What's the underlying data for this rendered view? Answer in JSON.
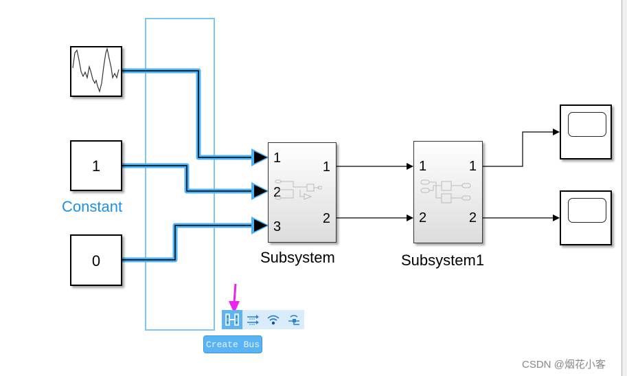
{
  "diagram": {
    "blocks": [
      {
        "id": "sine",
        "type": "signal-generator",
        "label": ""
      },
      {
        "id": "constant1",
        "type": "constant",
        "value": "1",
        "label": "Constant"
      },
      {
        "id": "constant0",
        "type": "constant",
        "value": "0",
        "label": ""
      },
      {
        "id": "subsystem",
        "type": "subsystem",
        "label": "Subsystem",
        "inputs": [
          "1",
          "2",
          "3"
        ],
        "outputs": [
          "1",
          "2"
        ]
      },
      {
        "id": "subsystem1",
        "type": "subsystem",
        "label": "Subsystem1",
        "inputs": [
          "1",
          "2"
        ],
        "outputs": [
          "1",
          "2"
        ]
      },
      {
        "id": "scope1",
        "type": "scope",
        "label": ""
      },
      {
        "id": "scope2",
        "type": "scope",
        "label": ""
      }
    ],
    "colors": {
      "selection": "#7cc5f5",
      "signal_highlight": "#4db3f5",
      "constant_label": "#1e90e8",
      "arrow_annotation": "#ee22ee"
    }
  },
  "toolbar": {
    "buttons": [
      {
        "icon": "create-bus-icon",
        "active": true
      },
      {
        "icon": "bus-selector-icon",
        "active": false
      },
      {
        "icon": "goto-from-icon",
        "active": false
      },
      {
        "icon": "connect-signal-icon",
        "active": false
      }
    ],
    "tooltip": "Create Bus"
  },
  "watermark": "CSDN @烟花小客"
}
